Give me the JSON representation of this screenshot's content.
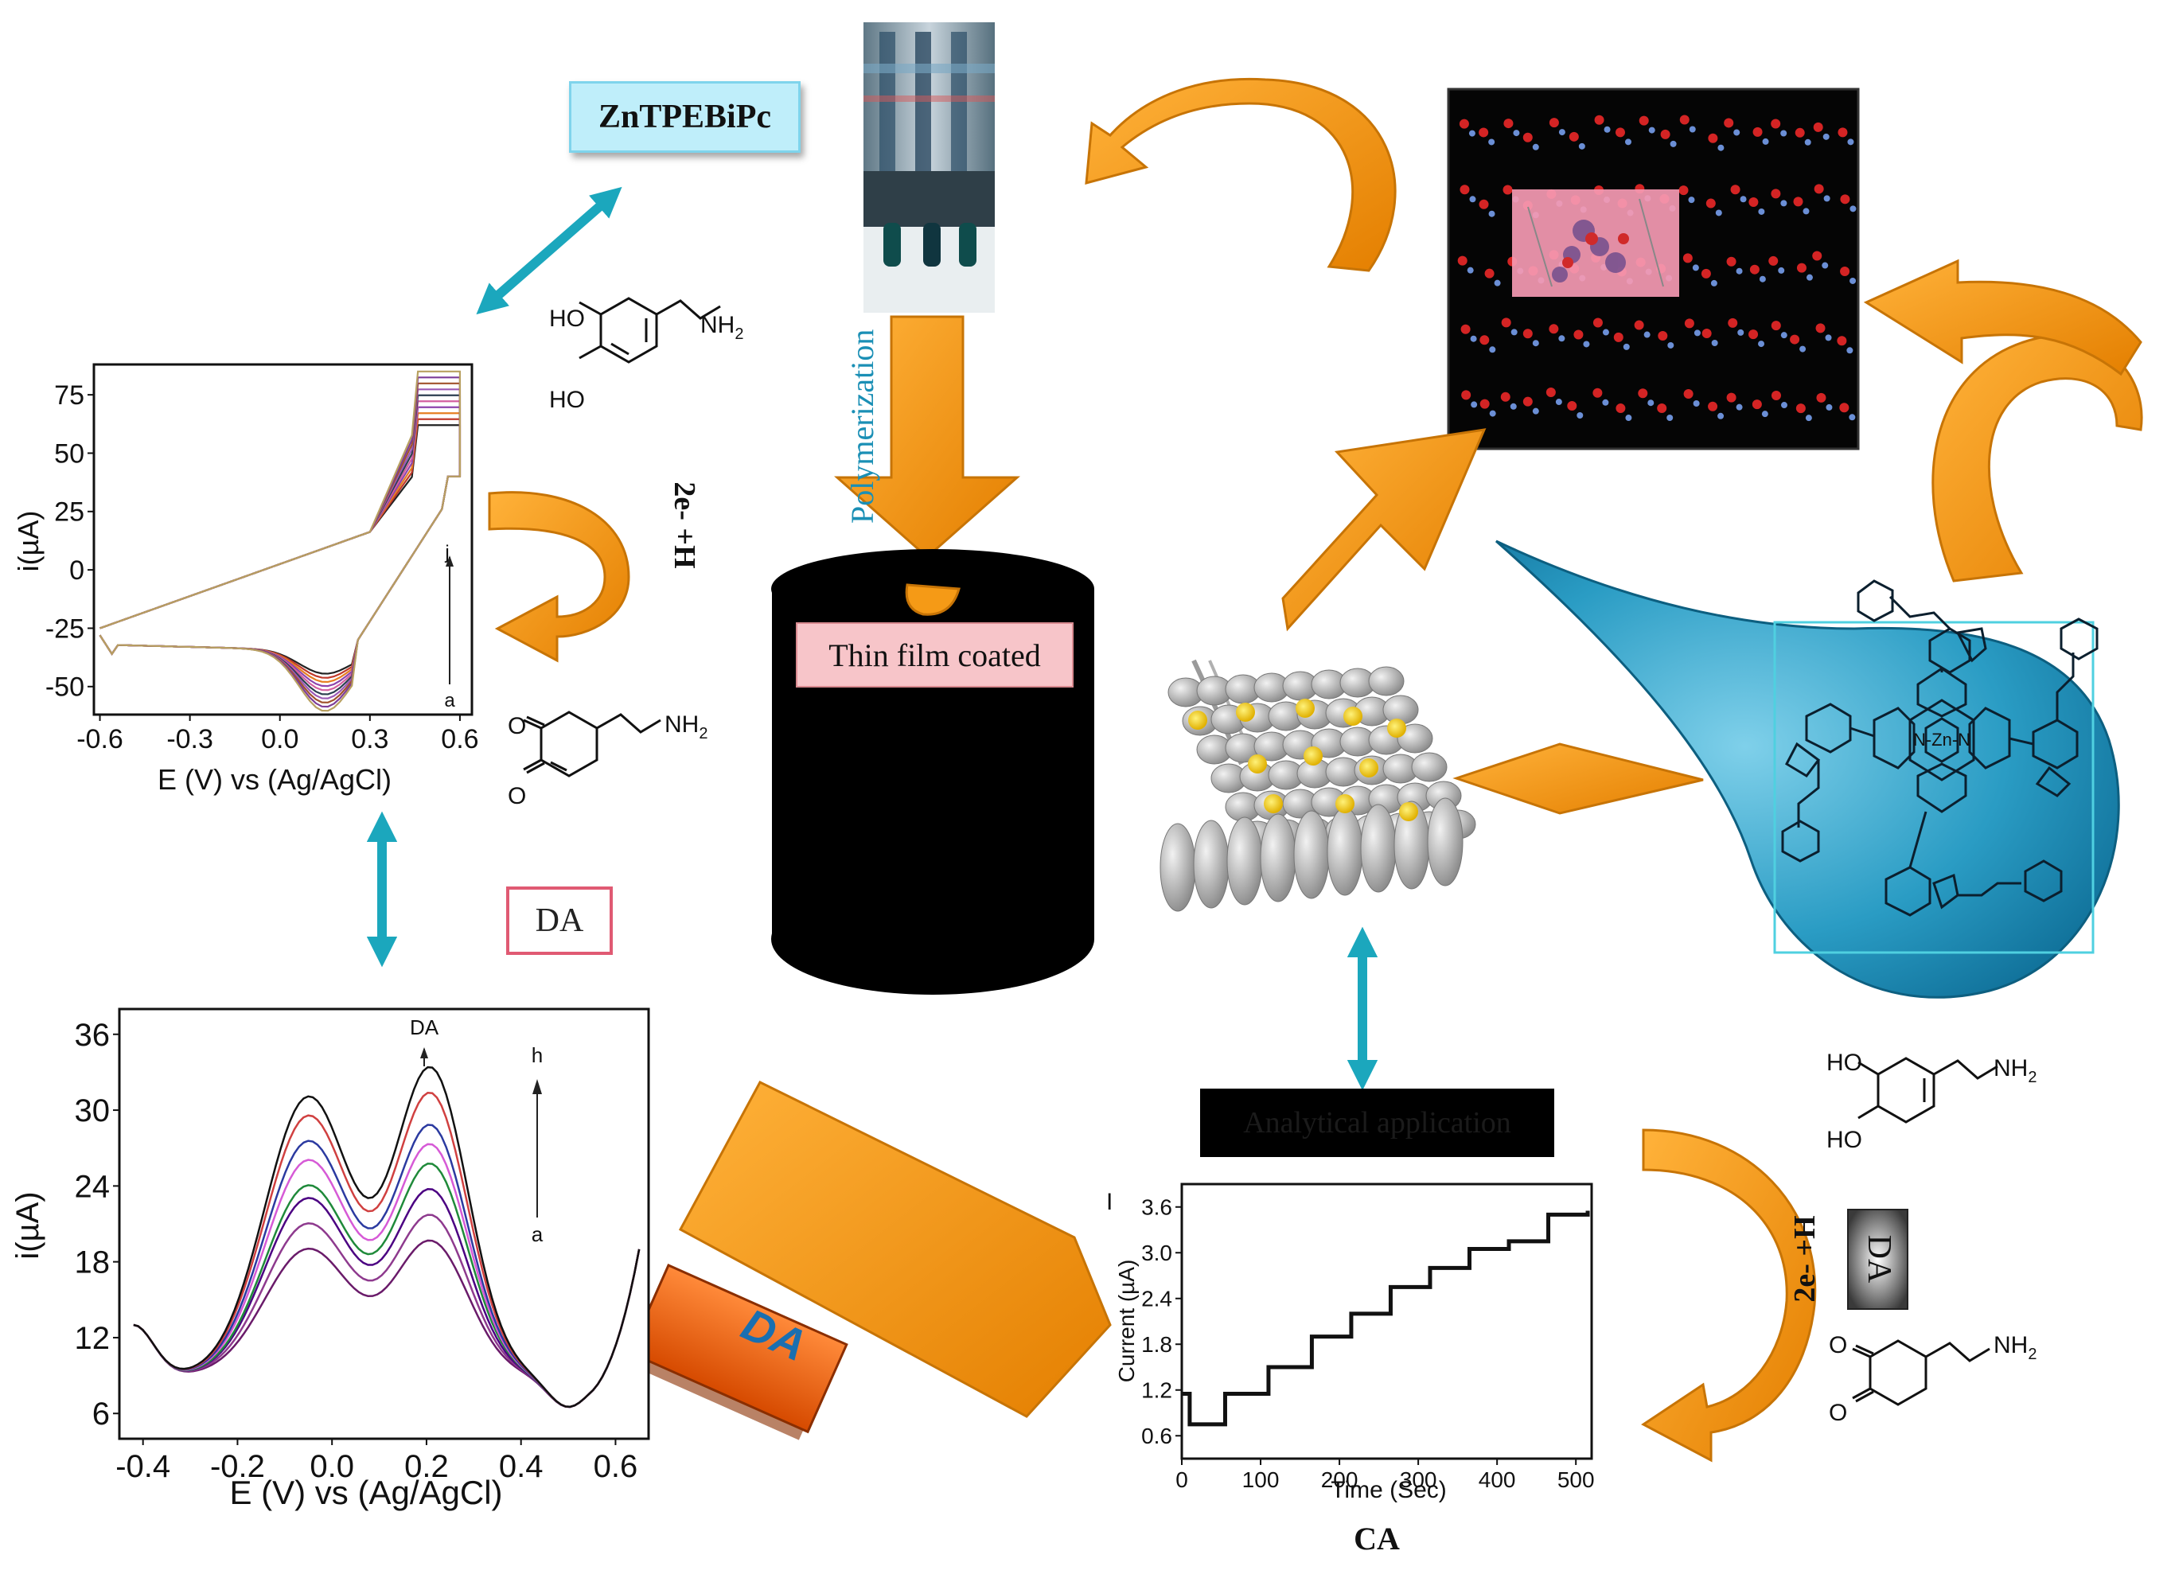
{
  "labels": {
    "zntpebipc": "ZnTPEBiPc",
    "polymerization": "Polymerization",
    "thin_film": "Thin film coated",
    "da_box": "DA",
    "da_orange": "DA",
    "da_gray": "DA",
    "analytical": "Analytical application",
    "ca": "CA",
    "redox_top": "2e- +H",
    "redox_bottom": "2e- +H",
    "zn_center": "N-Zn-N"
  },
  "chem": {
    "ho": "HO",
    "nh2": "NH",
    "sub2": "2",
    "o": "O"
  },
  "colors": {
    "arrow_orange": "#f59a16",
    "arrow_edge": "#c77406",
    "teal": "#1ba7bd",
    "drop_blue": "#1e8fb8"
  },
  "chart_data": [
    {
      "type": "line",
      "name_hint": "cv",
      "xlabel": "E (V) vs (Ag/AgCl)",
      "ylabel": "i(µA)",
      "xlim": [
        -0.62,
        0.64
      ],
      "ylim": [
        -62,
        88
      ],
      "x_ticks": [
        "-0.6",
        "-0.3",
        "0.0",
        "0.3",
        "0.6"
      ],
      "y_ticks": [
        "75",
        "50",
        "25",
        "0",
        "-25",
        "-50"
      ],
      "marker_top": "j",
      "marker_bottom": "a",
      "series_count": 10,
      "peak_range": [
        62,
        85
      ],
      "trough_range": [
        -42,
        -58
      ]
    },
    {
      "type": "line",
      "name_hint": "dpv",
      "xlabel": "E (V) vs (Ag/AgCl)",
      "ylabel": "i(µA)",
      "xlim": [
        -0.45,
        0.67
      ],
      "ylim": [
        4,
        38
      ],
      "x_ticks": [
        "-0.4",
        "-0.2",
        "0.0",
        "0.2",
        "0.4",
        "0.6"
      ],
      "y_ticks": [
        "36",
        "30",
        "24",
        "18",
        "12",
        "6"
      ],
      "peak_label": "DA",
      "marker_top": "h",
      "marker_bottom": "a",
      "series": [
        {
          "p1": 19.0,
          "p2": 19.5
        },
        {
          "p1": 21.0,
          "p2": 21.5
        },
        {
          "p1": 23.0,
          "p2": 23.5
        },
        {
          "p1": 24.0,
          "p2": 25.5
        },
        {
          "p1": 26.0,
          "p2": 27.0
        },
        {
          "p1": 27.5,
          "p2": 28.5
        },
        {
          "p1": 29.5,
          "p2": 31.0
        },
        {
          "p1": 31.0,
          "p2": 33.0
        }
      ]
    },
    {
      "type": "line",
      "name_hint": "ca",
      "xlabel": "Time (Sec)",
      "ylabel": "Current (µA)",
      "corner_label": "I",
      "xlim": [
        0,
        520
      ],
      "ylim": [
        0.3,
        3.9
      ],
      "x_ticks": [
        "0",
        "100",
        "200",
        "300",
        "400",
        "500"
      ],
      "y_ticks": [
        "3.6",
        "3.0",
        "2.4",
        "1.8",
        "1.2",
        "0.6"
      ],
      "steps": [
        {
          "t": 0,
          "i": 1.15
        },
        {
          "t": 10,
          "i": 0.75
        },
        {
          "t": 55,
          "i": 1.15
        },
        {
          "t": 110,
          "i": 1.5
        },
        {
          "t": 165,
          "i": 1.9
        },
        {
          "t": 215,
          "i": 2.2
        },
        {
          "t": 265,
          "i": 2.55
        },
        {
          "t": 315,
          "i": 2.8
        },
        {
          "t": 365,
          "i": 3.05
        },
        {
          "t": 415,
          "i": 3.15
        },
        {
          "t": 465,
          "i": 3.5
        },
        {
          "t": 515,
          "i": 3.55
        }
      ]
    }
  ]
}
